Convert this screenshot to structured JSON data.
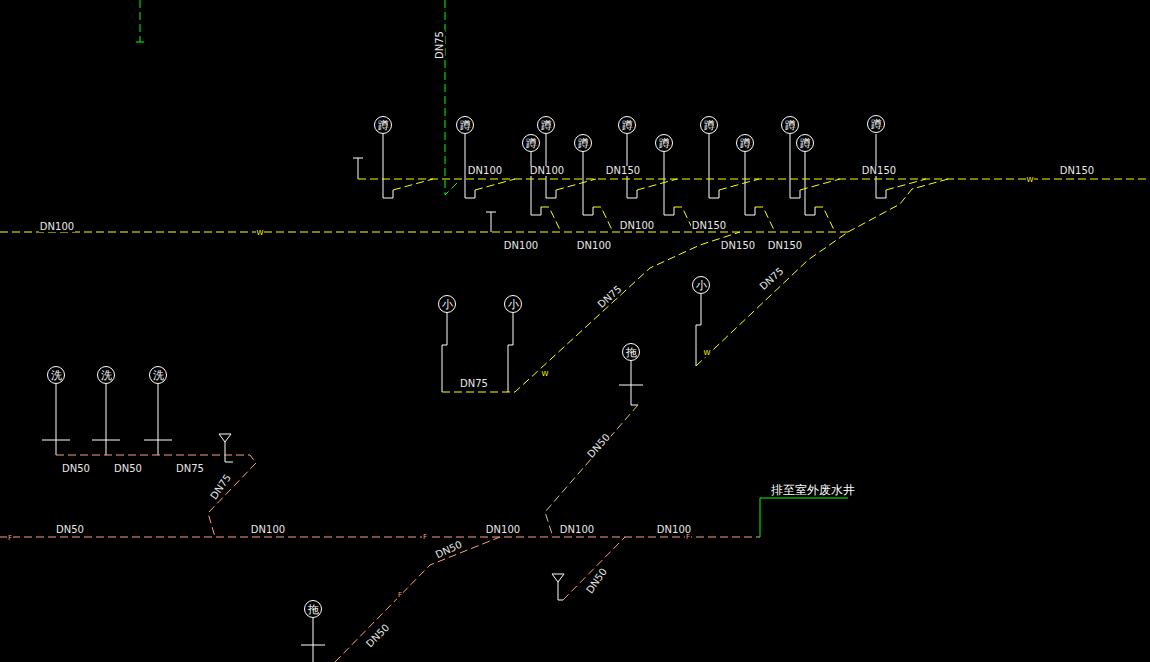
{
  "diagram": {
    "nodes": [
      {
        "text": [
          "蹲"
        ]
      },
      {
        "text": [
          "蹲"
        ]
      },
      {
        "text": [
          "蹲"
        ]
      },
      {
        "text": [
          "蹲"
        ]
      },
      {
        "text": [
          "蹲"
        ]
      },
      {
        "text": [
          "蹲"
        ]
      },
      {
        "text": [
          "蹲"
        ]
      },
      {
        "text": [
          "蹲"
        ]
      },
      {
        "text": [
          "蹲"
        ]
      },
      {
        "text": [
          "蹲"
        ]
      },
      {
        "text": [
          "蹲"
        ]
      },
      {
        "text": [
          "蹲"
        ]
      },
      {
        "text": [
          "小"
        ]
      },
      {
        "text": [
          "小"
        ]
      },
      {
        "text": [
          "小"
        ]
      },
      {
        "text": [
          "拖"
        ]
      },
      {
        "text": [
          "洗"
        ]
      },
      {
        "text": [
          "洗"
        ]
      },
      {
        "text": [
          "洗"
        ]
      },
      {
        "text": [
          "拖"
        ]
      }
    ],
    "labels": [
      "DN75",
      "DN100",
      "DN100",
      "DN150",
      "DN150",
      "DN150",
      "DN100",
      "DN100",
      "DN150",
      "DN100",
      "DN100",
      "DN150",
      "DN150",
      "DN75",
      "DN75",
      "DN75",
      "DN50",
      "DN50",
      "DN50",
      "DN75",
      "DN75",
      "排至室外废水井",
      "DN50",
      "DN100",
      "DN100",
      "DN100",
      "DN100",
      "DN50",
      "DN50",
      "DN50",
      "W",
      "W",
      "W",
      "W",
      "F",
      "F",
      "F",
      "F"
    ]
  }
}
